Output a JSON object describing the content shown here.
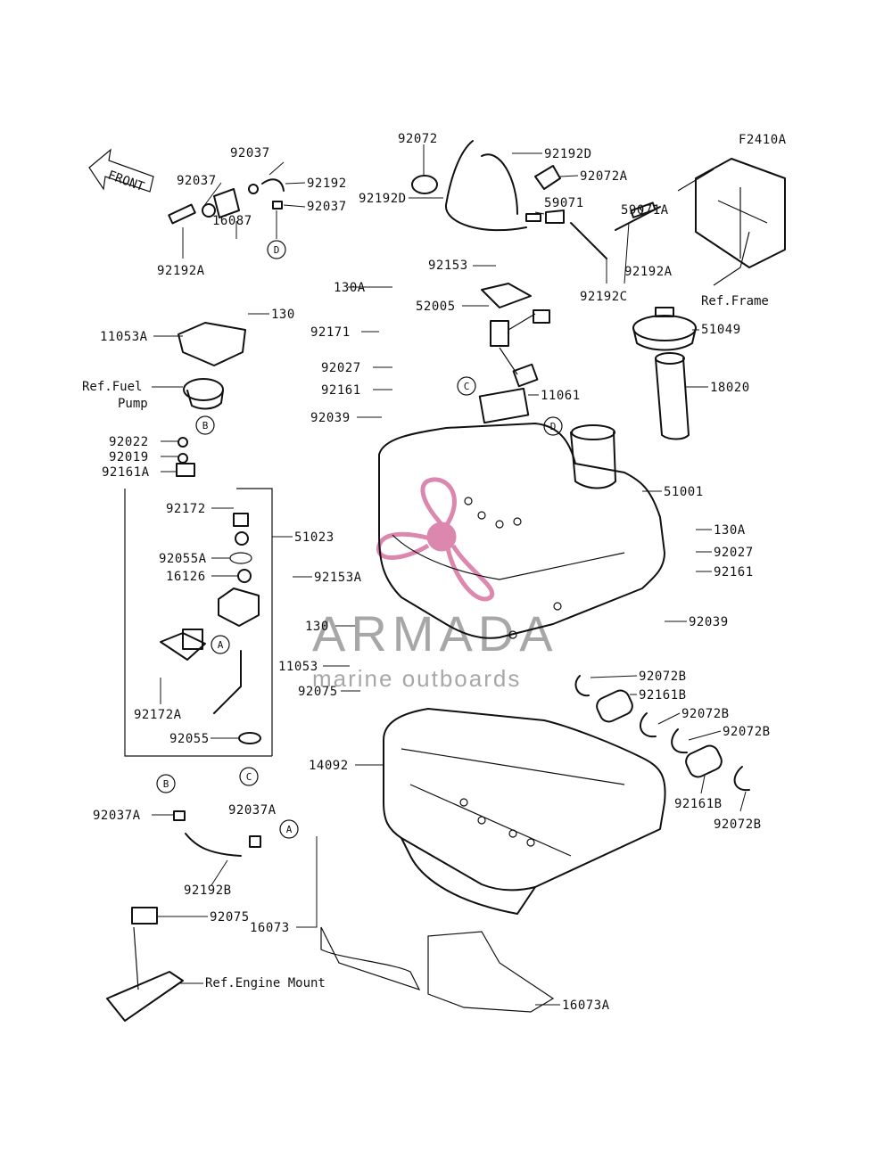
{
  "diagram_code": "F2410A",
  "front_label": "FRONT",
  "watermark": {
    "brand": "ARMADA",
    "tagline": "marine outboards",
    "accent_color": "#d46a9a"
  },
  "refs": {
    "frame": "Ref.Frame",
    "fuel_pump": "Ref.Fuel",
    "fuel_pump_2": "Pump",
    "engine_mount": "Ref.Engine Mount"
  },
  "callouts": {
    "A": "A",
    "B": "B",
    "C": "C",
    "D": "D"
  },
  "parts": {
    "p92037_top": "92037",
    "p92037_l": "92037",
    "p92192": "92192",
    "p92037_r": "92037",
    "p16087": "16087",
    "p92192A": "92192A",
    "p92072": "92072",
    "p92192D_top": "92192D",
    "p92072A": "92072A",
    "p92192D_l": "92192D",
    "p59071": "59071",
    "p59071A": "59071A",
    "p92153": "92153",
    "p92192A_r": "92192A",
    "p92192C": "92192C",
    "p130A_top": "130A",
    "p52005": "52005",
    "p130": "130",
    "p11053A": "11053A",
    "p92171": "92171",
    "p51049": "51049",
    "p92027": "92027",
    "p92161": "92161",
    "p11061": "11061",
    "p18020": "18020",
    "p92039": "92039",
    "p92022": "92022",
    "p92019": "92019",
    "p92161A": "92161A",
    "p51001": "51001",
    "p92172": "92172",
    "p51023": "51023",
    "p130A_r": "130A",
    "p92055A": "92055A",
    "p92027_r": "92027",
    "p16126": "16126",
    "p92153A": "92153A",
    "p92161_r": "92161",
    "p130_mid": "130",
    "p92039_r": "92039",
    "p11053": "11053",
    "p92072B_1": "92072B",
    "p92075": "92075",
    "p92161B_1": "92161B",
    "p92172A": "92172A",
    "p92072B_2": "92072B",
    "p92055": "92055",
    "p92072B_3": "92072B",
    "p14092": "14092",
    "p92037A_l": "92037A",
    "p92037A_r": "92037A",
    "p92161B_2": "92161B",
    "p92072B_4": "92072B",
    "p92192B": "92192B",
    "p92075_b": "92075",
    "p16073": "16073",
    "p16073A": "16073A"
  }
}
